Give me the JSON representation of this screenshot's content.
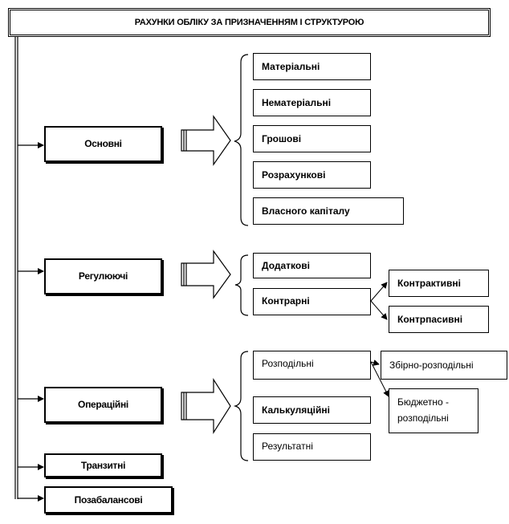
{
  "title": "РАХУНКИ ОБЛІКУ ЗА ПРИЗНАЧЕННЯМ І СТРУКТУРОЮ",
  "categories": {
    "basic": "Основні",
    "regulating": "Регулюючі",
    "operational": "Операційні",
    "transit": "Транзитні",
    "off_balance": "Позабалансові"
  },
  "basic_items": [
    "Матеріальні",
    "Нематеріальні",
    "Грошові",
    "Розрахункові",
    "Власного капіталу"
  ],
  "regulating_items": [
    "Додаткові",
    "Контрарні"
  ],
  "contrary_items": [
    "Контрактивні",
    "Контрпасивні"
  ],
  "operational_items": [
    "Розподільні",
    "Калькуляційні",
    "Результатні"
  ],
  "distributive_items": [
    "Збірно-розподільні",
    "Бюджетно - розподільні"
  ]
}
